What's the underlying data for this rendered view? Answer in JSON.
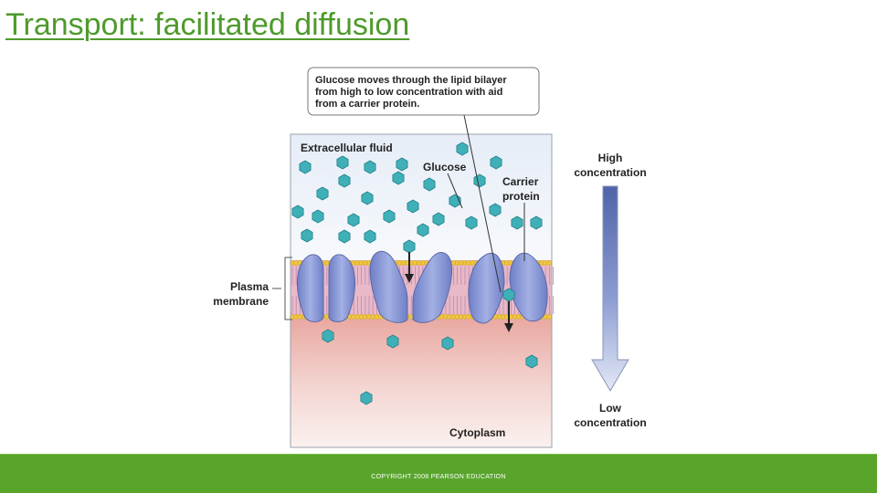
{
  "slide": {
    "title": "Transport: facilitated diffusion",
    "copyright": "COPYRIGHT 2008 PEARSON EDUCATION"
  },
  "diagram": {
    "callout": [
      "Glucose moves through the lipid bilayer",
      "from high to low concentration with aid",
      "from a carrier protein."
    ],
    "extracellular_label": "Extracellular fluid",
    "cytoplasm_label": "Cytoplasm",
    "glucose_label": "Glucose",
    "carrier_label": [
      "Carrier",
      "protein"
    ],
    "membrane_label": [
      "Plasma",
      "membrane"
    ],
    "high_label": [
      "High",
      "concentration"
    ],
    "low_label": [
      "Low",
      "concentration"
    ]
  },
  "colors": {
    "title": "#4e9a2c",
    "footer": "#59a52c",
    "glucose": "#3fb0b8",
    "protein": "#7f8fd0",
    "extracellular": "#e3ebf6",
    "cytoplasm": "#eec6c1"
  }
}
